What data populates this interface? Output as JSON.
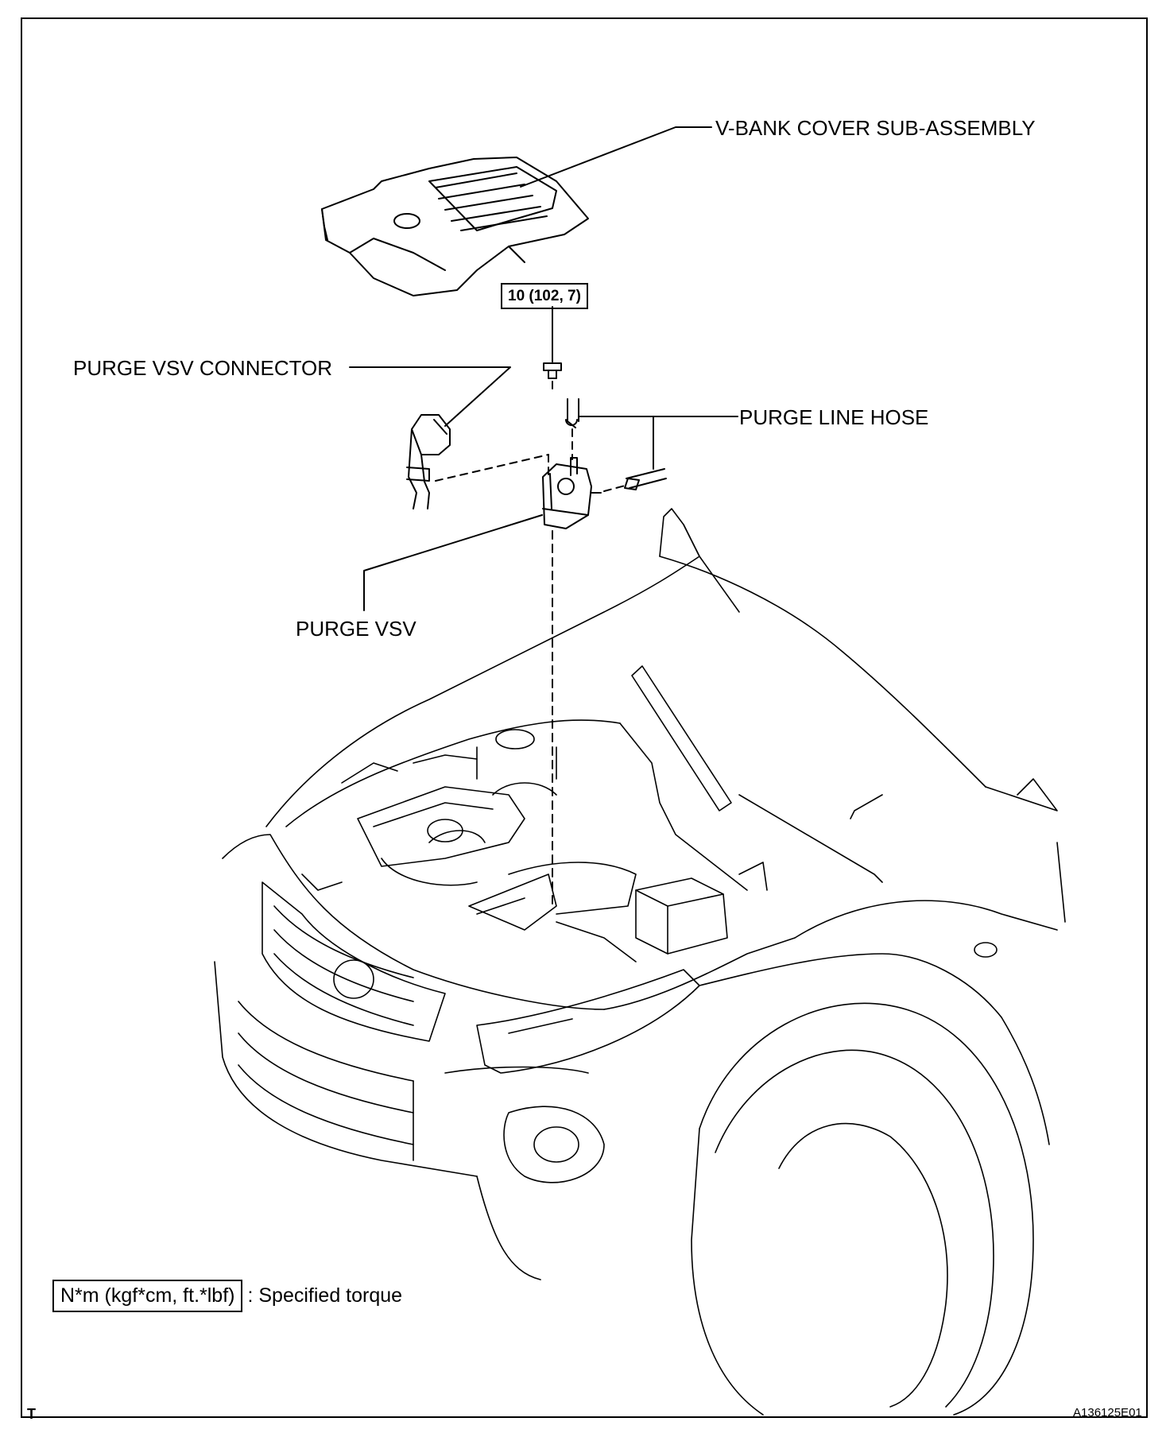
{
  "labels": {
    "vbank_cover": "V-BANK COVER SUB-ASSEMBLY",
    "purge_vsv_connector": "PURGE VSV CONNECTOR",
    "purge_line_hose": "PURGE LINE HOSE",
    "purge_vsv": "PURGE VSV"
  },
  "torque": "10 (102, 7)",
  "legend": {
    "unit": "N*m (kgf*cm, ft.*lbf)",
    "text": ": Specified torque"
  },
  "corner": {
    "left": "T",
    "right": "A136125E01"
  }
}
